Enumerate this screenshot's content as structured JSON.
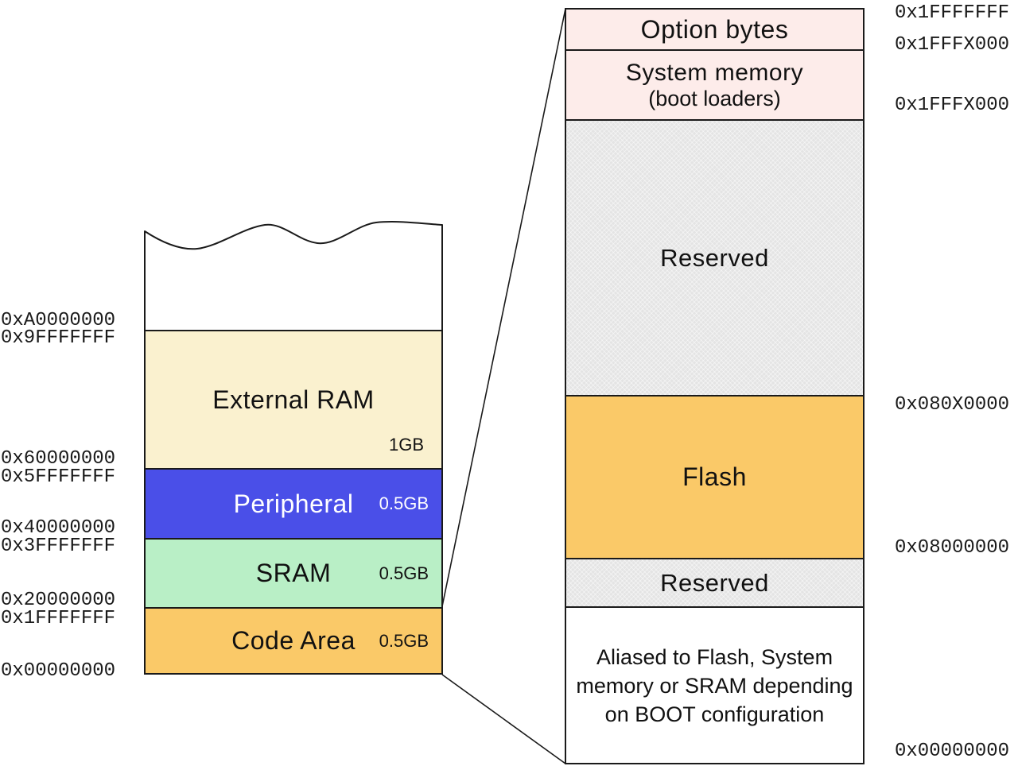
{
  "left_column": {
    "regions": [
      {
        "label": "External RAM",
        "size": "1GB",
        "color": "#faf1cf"
      },
      {
        "label": "Peripheral",
        "size": "0.5GB",
        "color": "#4a4fe8"
      },
      {
        "label": "SRAM",
        "size": "0.5GB",
        "color": "#b9efc6"
      },
      {
        "label": "Code Area",
        "size": "0.5GB",
        "color": "#fac968"
      }
    ],
    "addresses": [
      "0xA0000000",
      "0x9FFFFFFF",
      "0x60000000",
      "0x5FFFFFFF",
      "0x40000000",
      "0x3FFFFFFF",
      "0x20000000",
      "0x1FFFFFFF",
      "0x00000000"
    ]
  },
  "right_column": {
    "regions": [
      {
        "label": "Option bytes",
        "color": "#fdecea"
      },
      {
        "label": "System memory",
        "sublabel": "(boot loaders)",
        "color": "#fdecea"
      },
      {
        "label": "Reserved",
        "color": "#e4e4e4"
      },
      {
        "label": "Flash",
        "color": "#fac968"
      },
      {
        "label": "Reserved",
        "color": "#e4e4e4"
      },
      {
        "lines": [
          "Aliased to Flash, System",
          "memory or SRAM depending",
          "on BOOT configuration"
        ],
        "color": "#ffffff"
      }
    ],
    "addresses": [
      "0x1FFFFFFF",
      "0x1FFFX000",
      "0x1FFFX000",
      "0x080X0000",
      "0x08000000",
      "0x00000000"
    ]
  },
  "colors": {
    "border": "#1a1a1a",
    "peripheral_text": "#ffffff",
    "label_text": "#111111"
  }
}
